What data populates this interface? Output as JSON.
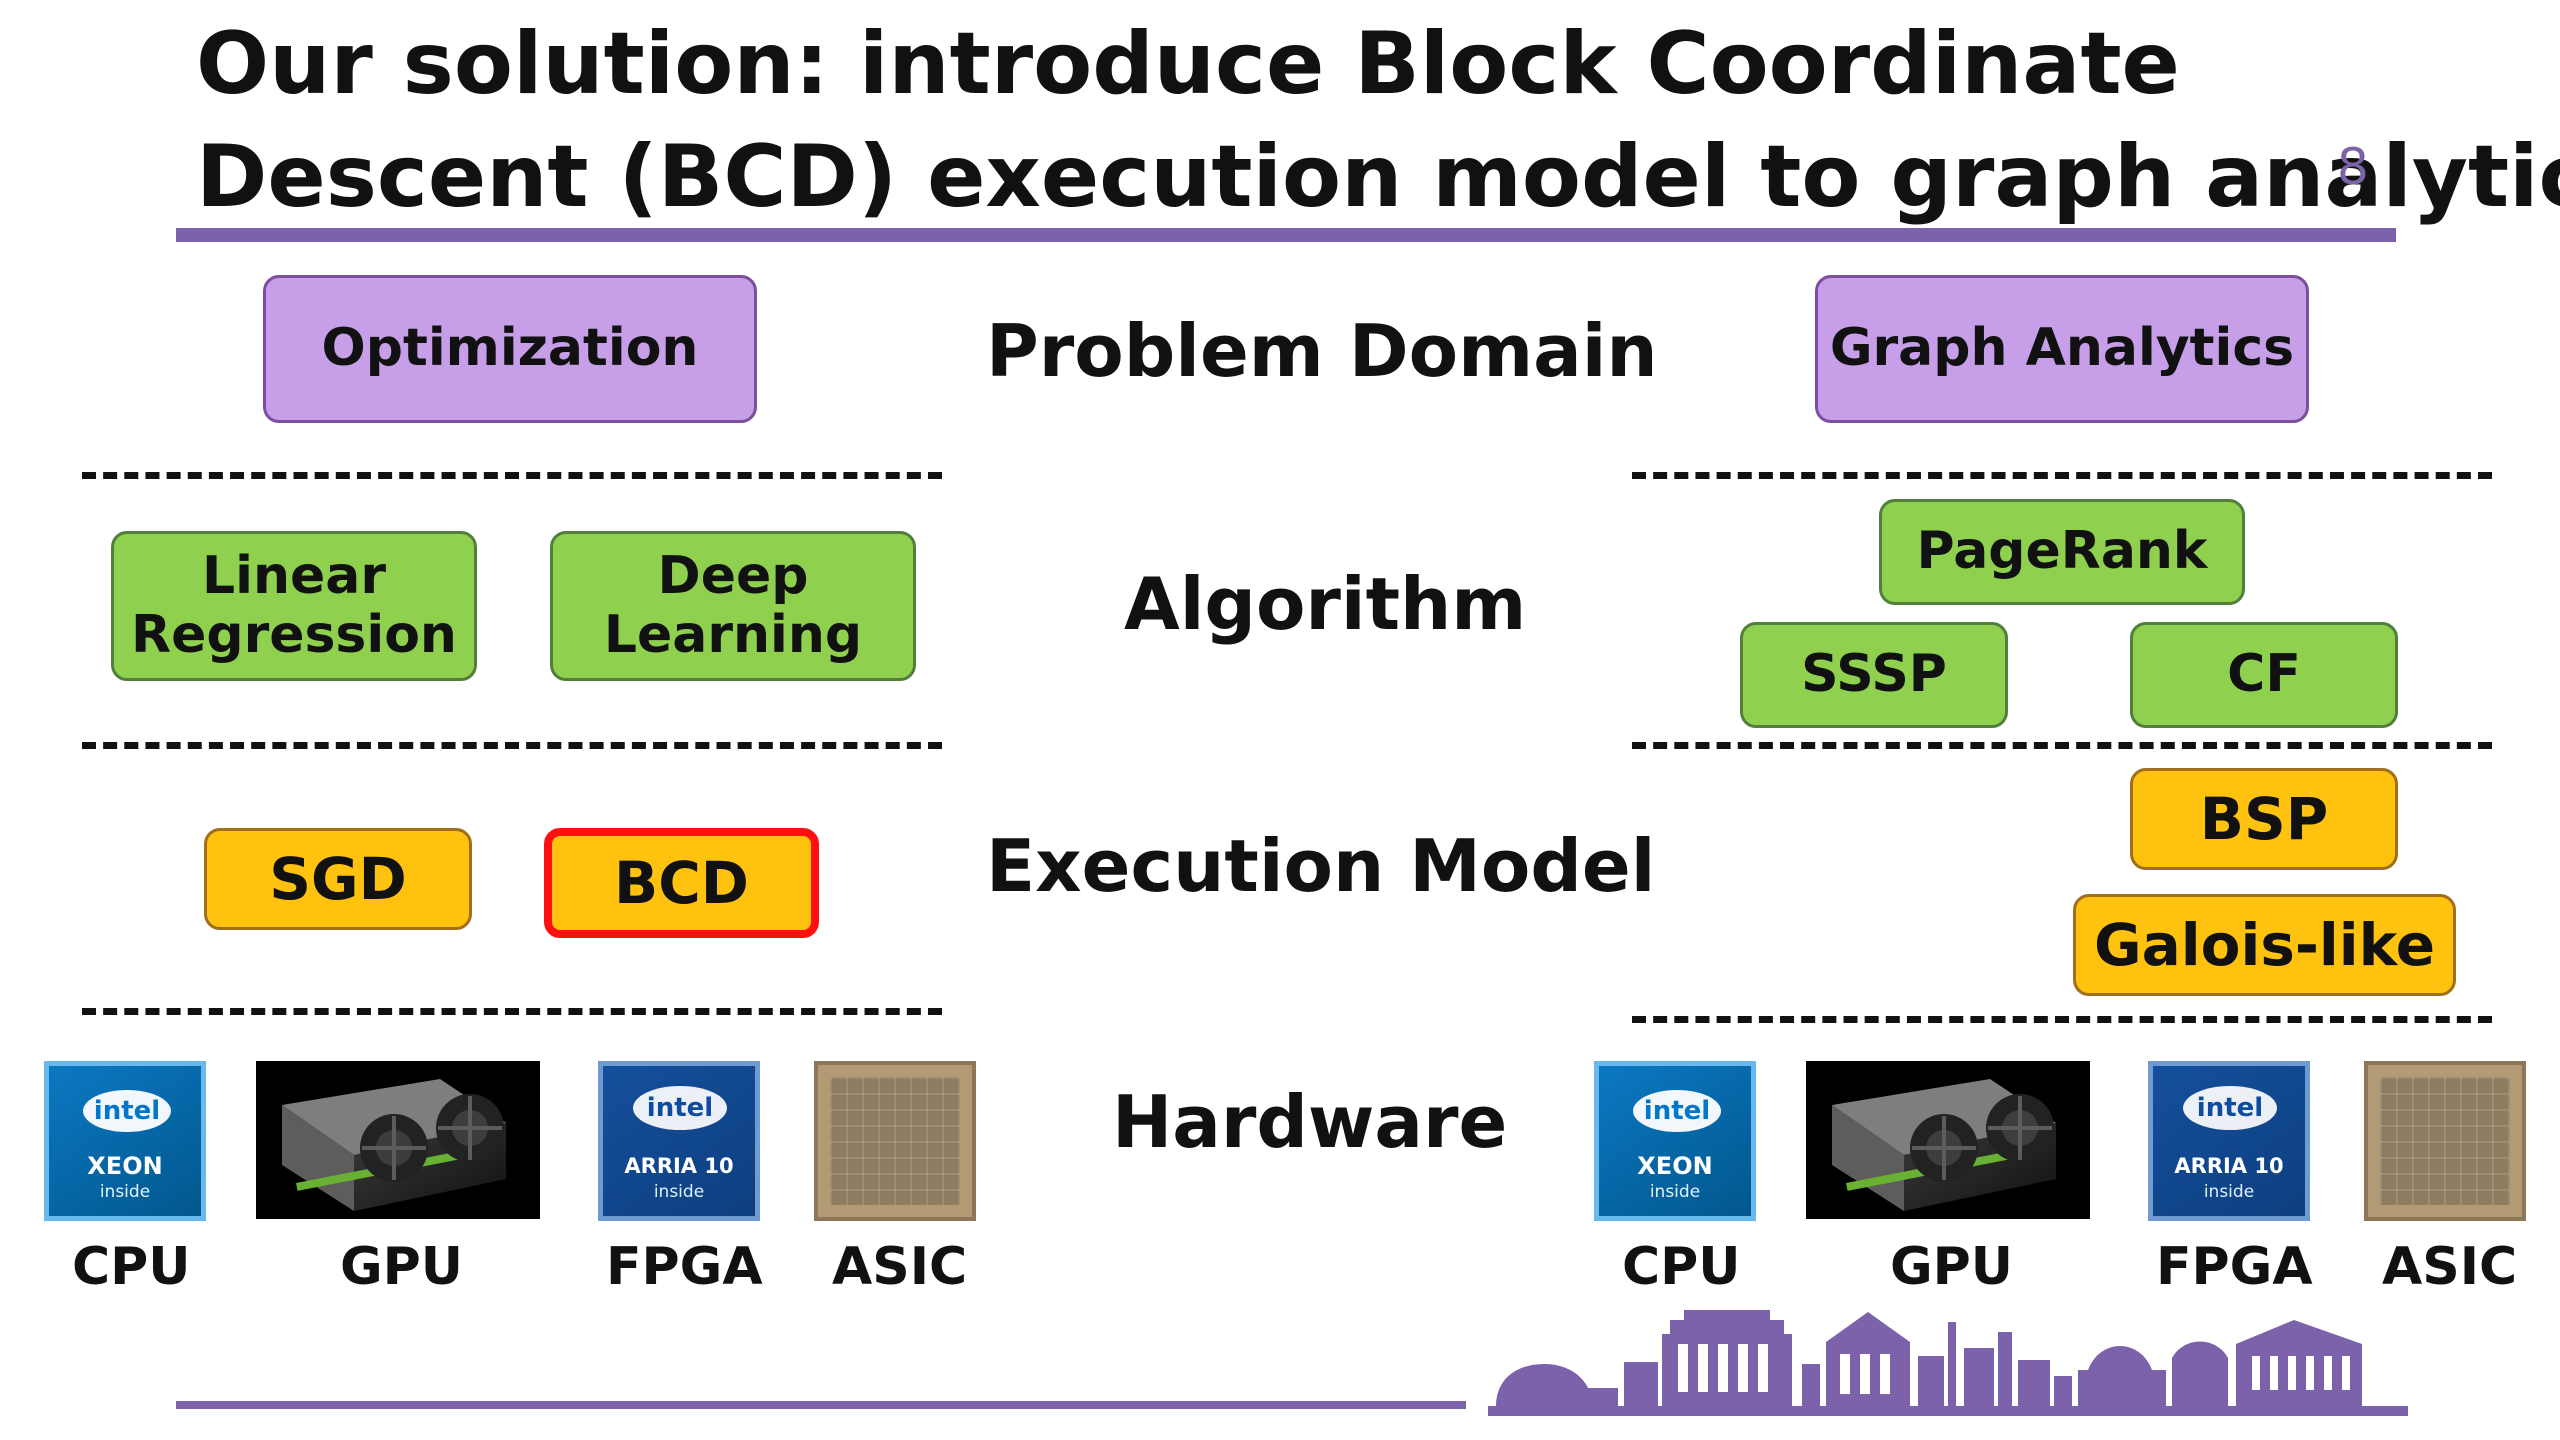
{
  "title": {
    "line1": "Our solution: introduce Block Coordinate",
    "line2": "Descent (BCD) execution model to graph analytics",
    "mark": "8"
  },
  "layers": {
    "problem_domain": "Problem Domain",
    "algorithm": "Algorithm",
    "execution_model": "Execution Model",
    "hardware": "Hardware"
  },
  "left": {
    "problem_domain": "Optimization",
    "algorithms": [
      "Linear Regression",
      "Deep Learning"
    ],
    "execution_models": [
      "SGD",
      "BCD"
    ],
    "hardware_labels": [
      "CPU",
      "GPU",
      "FPGA",
      "ASIC"
    ]
  },
  "right": {
    "problem_domain": "Graph Analytics",
    "algorithms": [
      "PageRank",
      "SSSP",
      "CF"
    ],
    "execution_models": [
      "BSP",
      "Galois-like"
    ],
    "hardware_labels": [
      "CPU",
      "GPU",
      "FPGA",
      "ASIC"
    ]
  },
  "hardware_cards": {
    "xeon": {
      "brand": "intel",
      "line1": "XEON",
      "line2": "inside"
    },
    "fpga": {
      "brand": "intel",
      "line1": "ARRIA 10",
      "line2": "inside"
    }
  },
  "colors": {
    "title_rule": "#7b62ab",
    "problem_box": "#c79ee8",
    "algorithm_box": "#8fd14f",
    "execution_box": "#ffc20e",
    "highlight_border": "#ff1010",
    "bottom_rule": "#7b62ab"
  },
  "icons": {
    "title_mark": "small-decorative-mark",
    "cpu_card": "intel-xeon-card",
    "gpu_card": "graphics-card-image",
    "fpga_card": "intel-arria-card",
    "asic_card": "asic-chip-image",
    "skyline": "purple-city-skyline"
  }
}
